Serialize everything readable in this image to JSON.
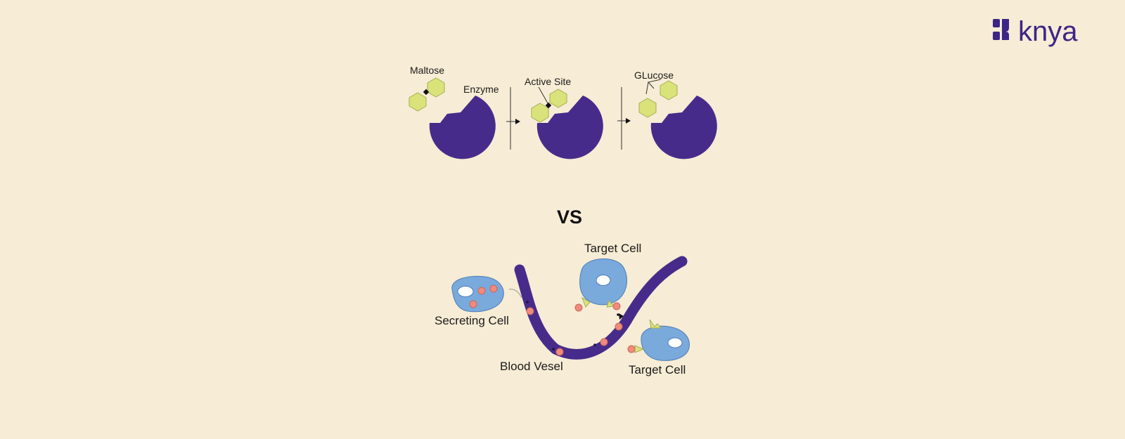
{
  "brand": {
    "name": "knya",
    "color": "#3d2587"
  },
  "colors": {
    "background": "#f7ecd5",
    "enzyme": "#472b8b",
    "substrate": "#d9e37a",
    "cell": "#7aa9dc",
    "hormone": "#f08a7c",
    "receptor": "#d9e37a",
    "vessel": "#472b8b"
  },
  "enzyme_diagram": {
    "labels": {
      "maltose": "Maltose",
      "enzyme": "Enzyme",
      "active_site": "Active Site",
      "glucose": "GLucose"
    }
  },
  "separator": {
    "text": "VS"
  },
  "hormone_diagram": {
    "labels": {
      "target_cell_top": "Target Cell",
      "secreting_cell": "Secreting Cell",
      "blood_vessel": "Blood Vesel",
      "target_cell_bottom": "Target Cell"
    }
  }
}
